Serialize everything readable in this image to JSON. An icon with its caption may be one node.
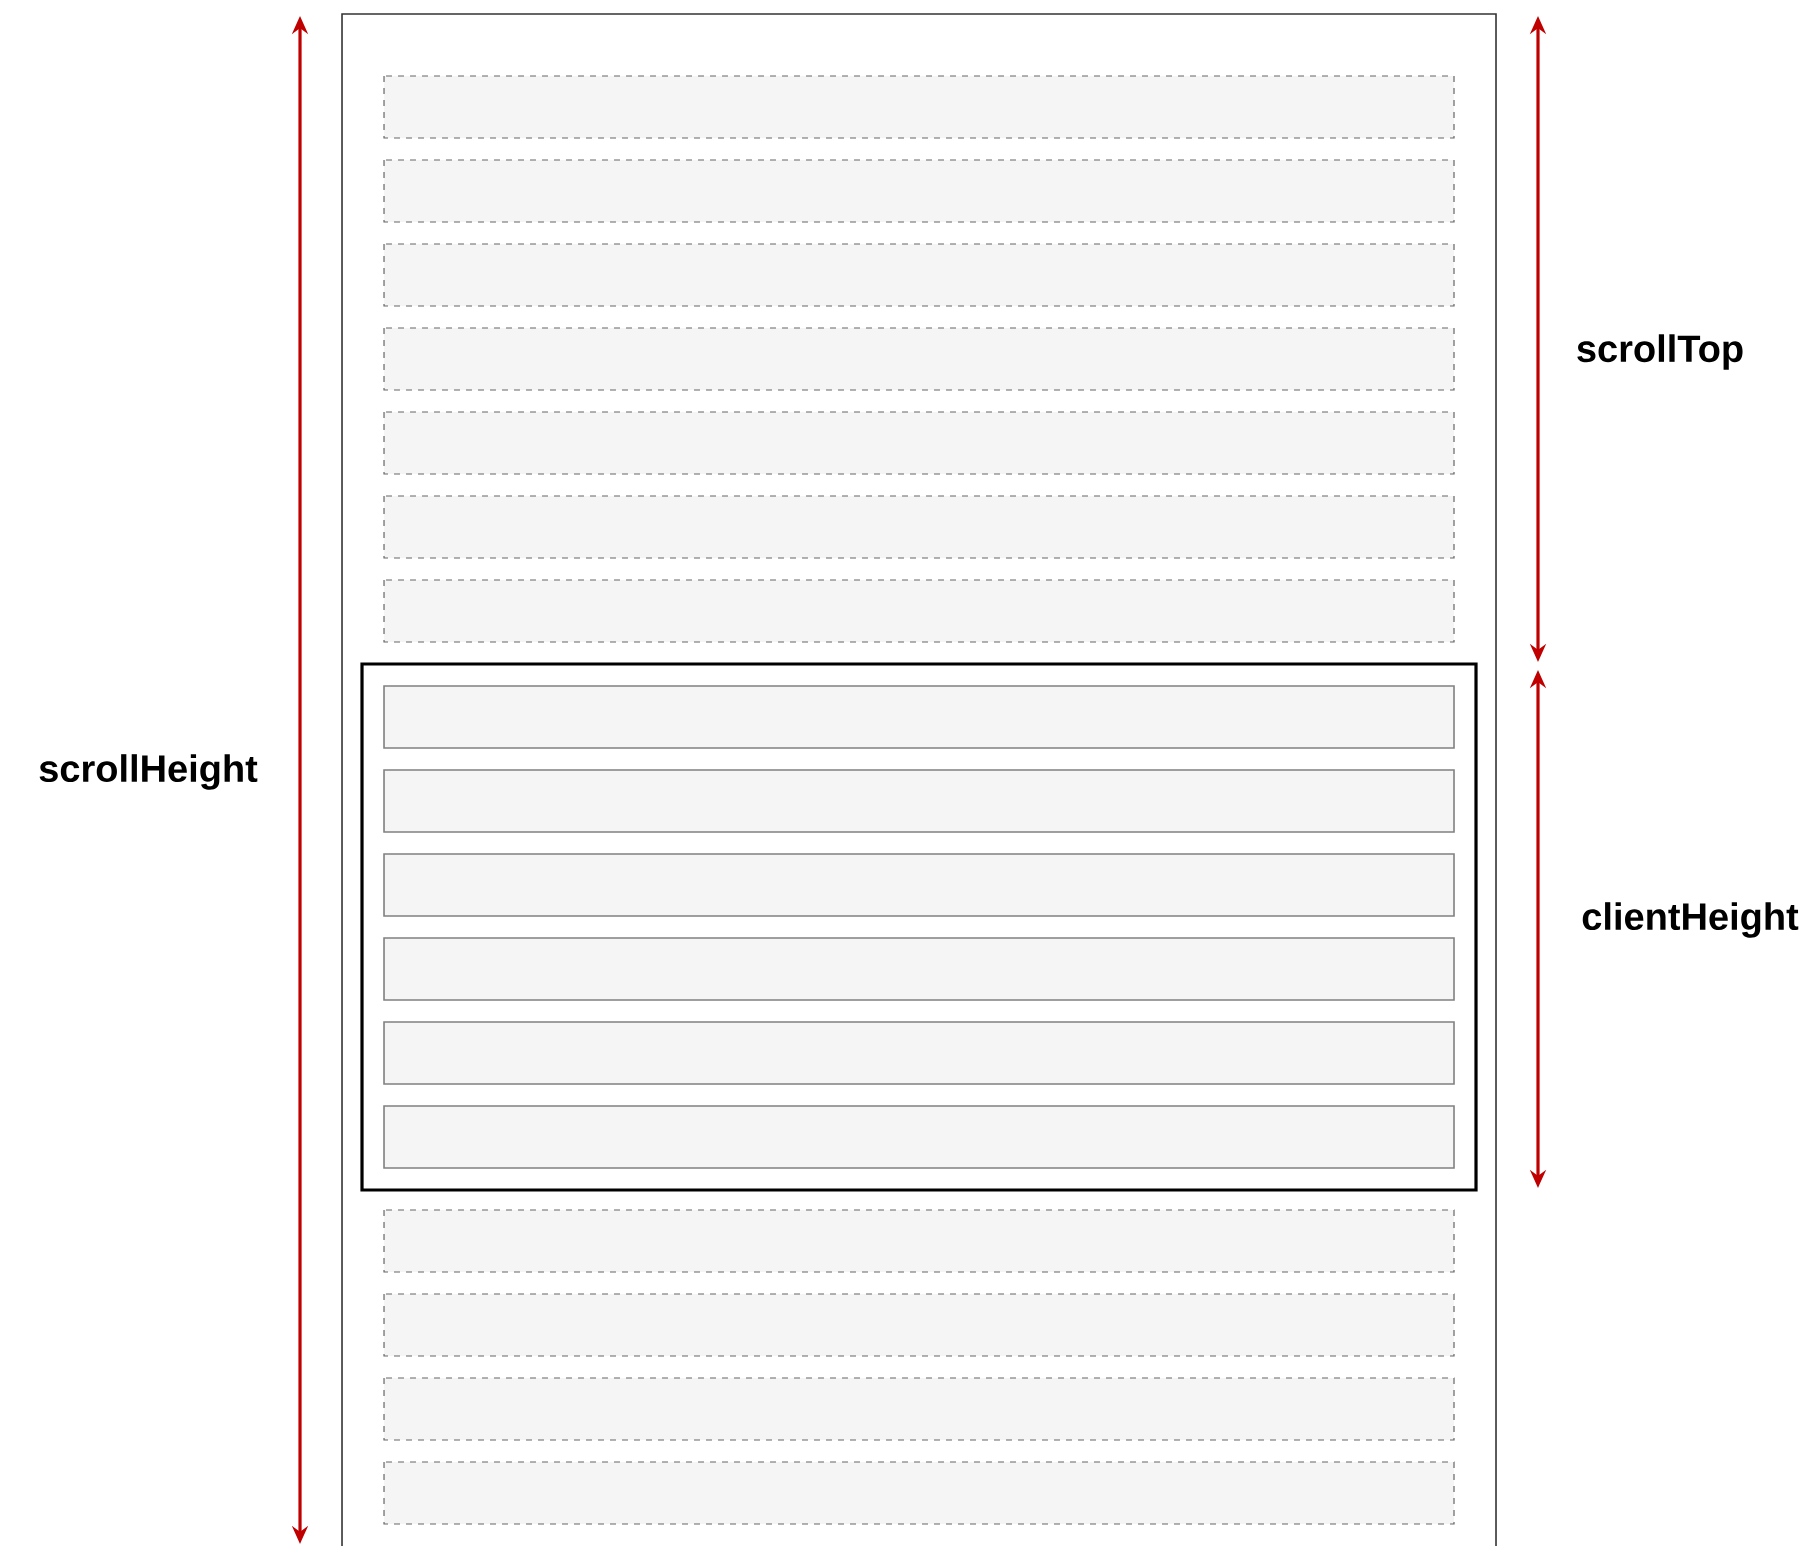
{
  "diagram": {
    "labels": [
      "scrollHeight",
      "scrollTop",
      "clientHeight"
    ]
  }
}
